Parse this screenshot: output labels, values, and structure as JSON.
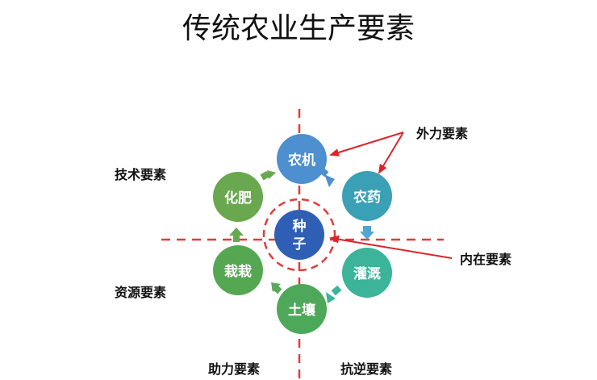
{
  "title": "传统农业生产要素",
  "quadrant_labels": {
    "top_left": "技术要素",
    "bottom_left": "资源要素",
    "bottom_center_left": "助力要素",
    "bottom_center_right": "抗逆要素"
  },
  "annotations": {
    "external": "外力要素",
    "internal": "内在要素"
  },
  "center": {
    "line1": "种",
    "line2": "子",
    "color": "#2f5fb4"
  },
  "nodes": [
    {
      "id": "nongji",
      "label": "农机",
      "color": "#4e8fd0"
    },
    {
      "id": "nongyao",
      "label": "农药",
      "color": "#3aa0b5"
    },
    {
      "id": "guangai",
      "label": "灌溉",
      "color": "#3bb49a"
    },
    {
      "id": "turang",
      "label": "土壤",
      "color": "#4ea85a"
    },
    {
      "id": "zaizai",
      "label": "栽栽",
      "color": "#55a851"
    },
    {
      "id": "huafei",
      "label": "化肥",
      "color": "#6aa84f"
    }
  ],
  "colors": {
    "axis_line": "#e23b3b",
    "arrow": "#d9262b"
  }
}
